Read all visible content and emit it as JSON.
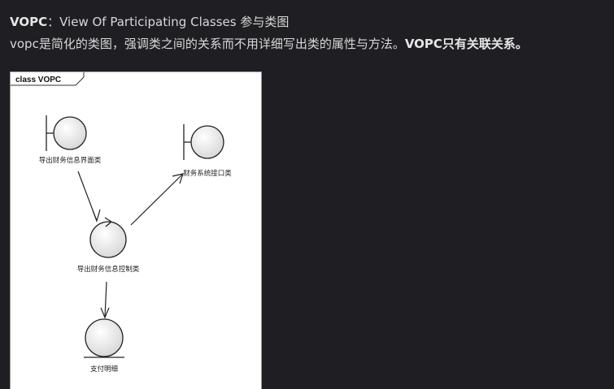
{
  "heading": {
    "term": "VOPC",
    "separator": "：",
    "expansion": "View Of Participating Classes 参与类图"
  },
  "description": {
    "text": "vopc是简化的类图，强调类之间的关系而不用详细写出类的属性与方法。",
    "emphasis": "VOPC只有关联关系。"
  },
  "diagram": {
    "frame_label": "class VOPC",
    "nodes": [
      {
        "id": "export-ui",
        "stereotype": "boundary",
        "label": "导出财务信息界面类"
      },
      {
        "id": "finance-interface",
        "stereotype": "boundary",
        "label": "财务系统接口类"
      },
      {
        "id": "export-control",
        "stereotype": "control",
        "label": "导出财务信息控制类"
      },
      {
        "id": "payment-detail",
        "stereotype": "entity",
        "label": "支付明细"
      }
    ],
    "associations": [
      {
        "from": "export-ui",
        "to": "export-control"
      },
      {
        "from": "export-control",
        "to": "finance-interface"
      },
      {
        "from": "export-control",
        "to": "payment-detail"
      }
    ]
  }
}
